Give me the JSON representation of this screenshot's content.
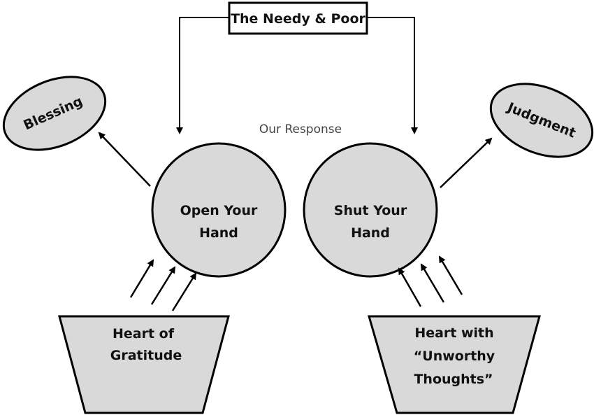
{
  "title_box": {
    "label": "The Needy & Poor"
  },
  "center_label": "Our Response",
  "left": {
    "outcome": "Blessing",
    "response_lines": [
      "Open Your",
      "Hand"
    ],
    "heart_lines": [
      "Heart of",
      "Gratitude"
    ]
  },
  "right": {
    "outcome": "Judgment",
    "response_lines": [
      "Shut Your",
      "Hand"
    ],
    "heart_lines": [
      "Heart with",
      "“Unworthy",
      "Thoughts”"
    ]
  },
  "colors": {
    "shape_fill": "#d9d9d9",
    "stroke": "#000000",
    "plain_text": "#444444"
  }
}
